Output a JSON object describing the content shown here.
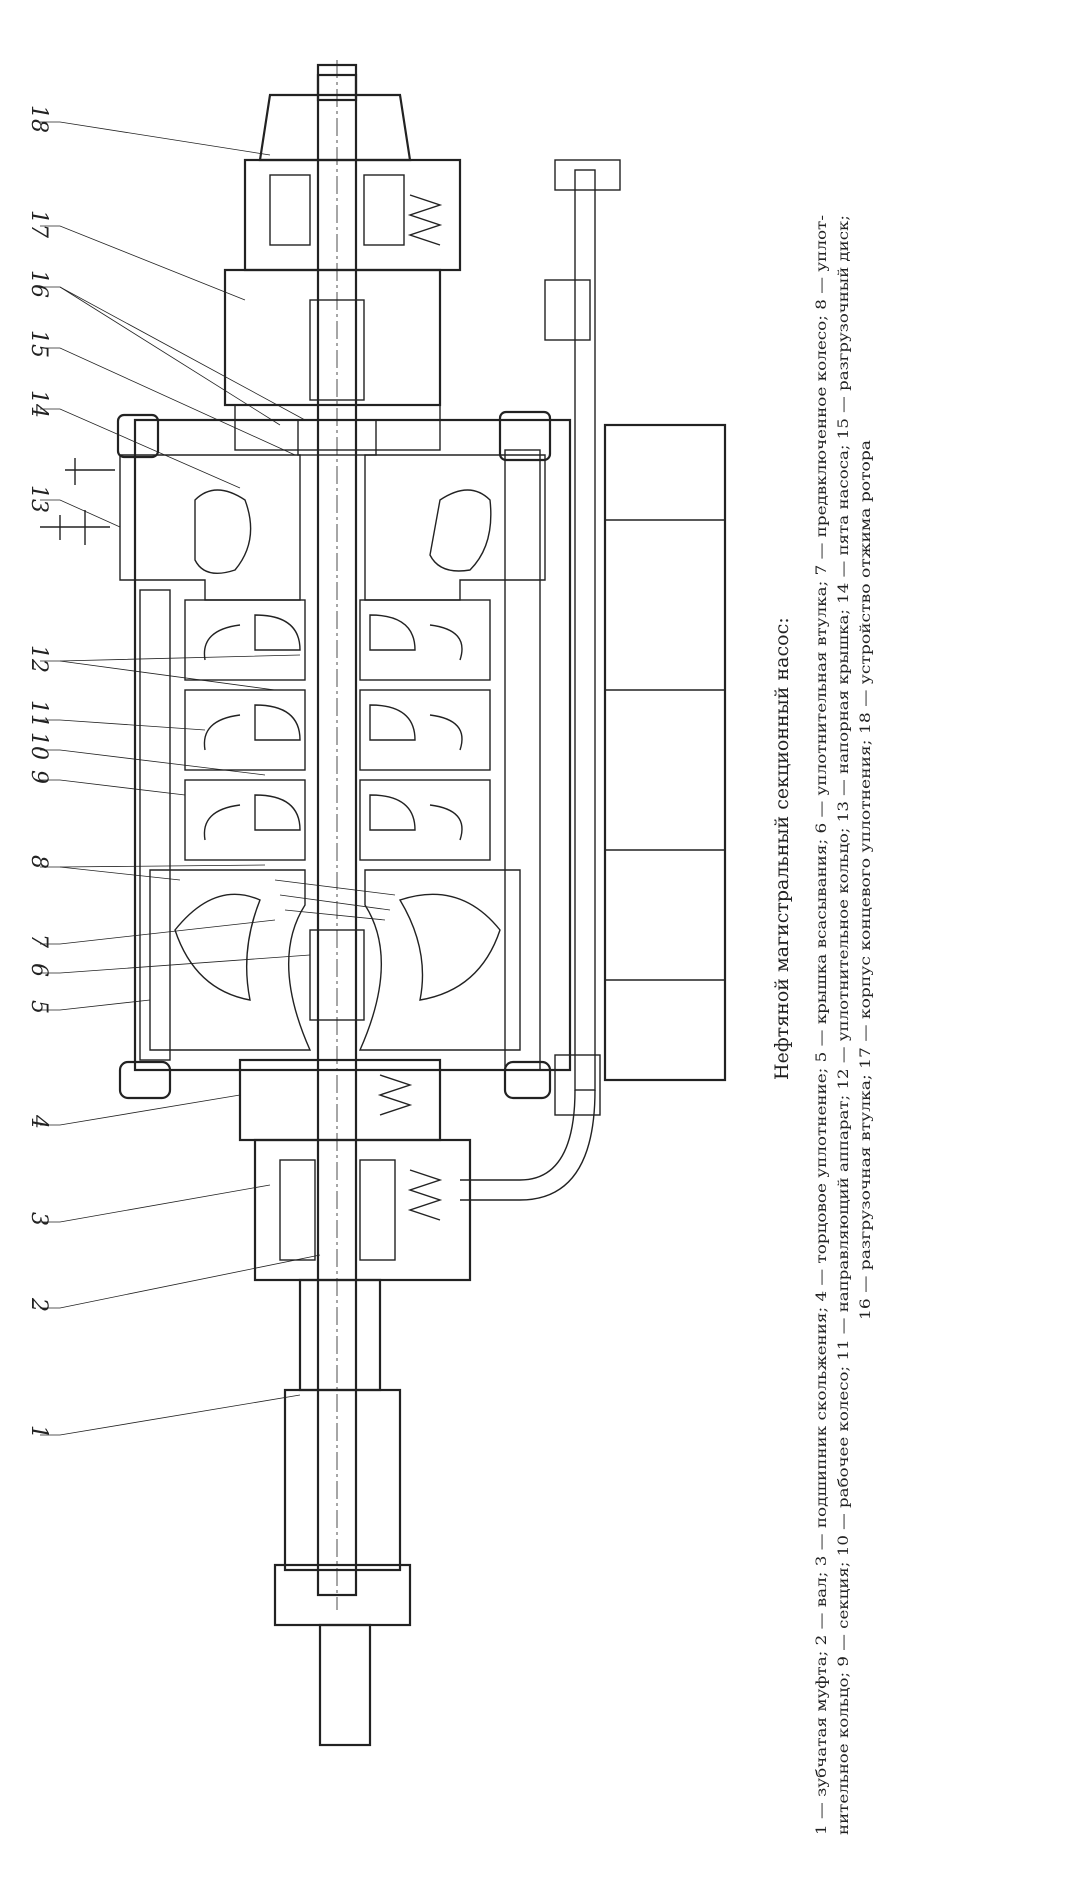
{
  "caption": {
    "title": "Нефтяной магистральный секционный насос:",
    "lines": [
      "1 — зубчатая муфта; 2 — вал; 3 — подшипник скольжения; 4 — торцовое уплотнение; 5 — крышка всасывания; 6 — уплотнительная втулка; 7 — предвключенное колесо; 8 — уплот-",
      "нительное кольцо; 9 — секция; 10 — рабочее колесо; 11 — направляющий аппарат; 12 — уплотнительное кольцо; 13 — напорная крышка; 14 — пята насоса; 15 — разгрузочный диск;",
      "16 — разгрузочная втулка; 17 — корпус концевого уплотнения; 18 — устройство отжима ротора"
    ]
  },
  "callouts": [
    {
      "num": "1"
    },
    {
      "num": "2"
    },
    {
      "num": "3"
    },
    {
      "num": "4"
    },
    {
      "num": "5"
    },
    {
      "num": "6"
    },
    {
      "num": "7"
    },
    {
      "num": "8"
    },
    {
      "num": "9"
    },
    {
      "num": "10"
    },
    {
      "num": "11"
    },
    {
      "num": "12"
    },
    {
      "num": "13"
    },
    {
      "num": "14"
    },
    {
      "num": "15"
    },
    {
      "num": "16"
    },
    {
      "num": "17"
    },
    {
      "num": "18"
    }
  ]
}
